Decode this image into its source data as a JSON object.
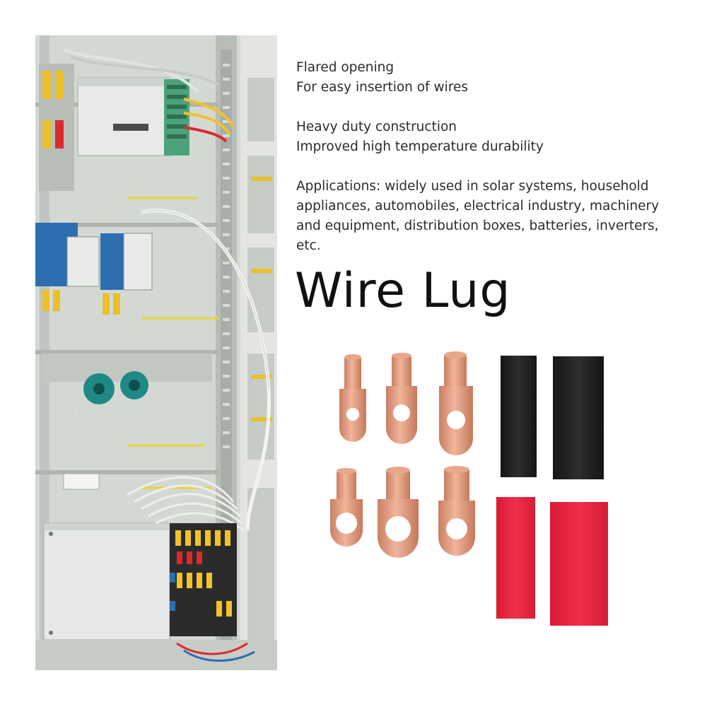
{
  "features": [
    {
      "title": "Flared opening",
      "detail": "For easy insertion of wires"
    },
    {
      "title": "Heavy duty construction",
      "detail": "Improved high temperature durability"
    }
  ],
  "applications": [
    "Applications: widely used in solar systems, household",
    "appliances, automobiles, electrical industry, machinery",
    "and equipment, distribution boxes, batteries, inverters,",
    "etc."
  ],
  "product_name": "Wire Lug",
  "colors": {
    "copper": "#d9987b",
    "sleeve_black": "#1f1f1f",
    "sleeve_red": "#e8233f"
  }
}
